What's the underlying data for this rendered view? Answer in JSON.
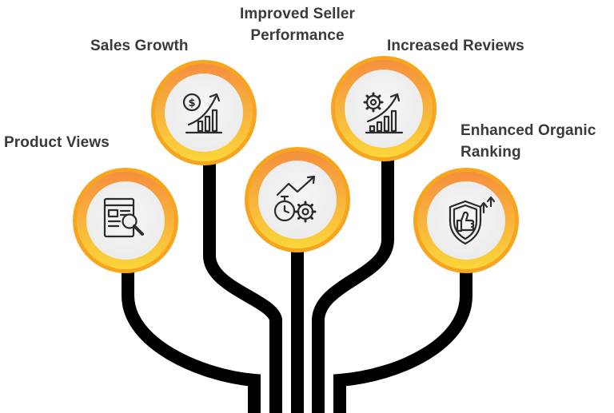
{
  "nodes": [
    {
      "id": "product-views",
      "lines": [
        "Product Views"
      ],
      "icon": "product-search-icon"
    },
    {
      "id": "sales-growth",
      "lines": [
        "Sales Growth"
      ],
      "icon": "sales-growth-chart-icon"
    },
    {
      "id": "improved-seller-performance",
      "lines": [
        "Improved Seller",
        "Performance"
      ],
      "icon": "performance-timer-gear-icon"
    },
    {
      "id": "increased-reviews",
      "lines": [
        "Increased Reviews"
      ],
      "icon": "growth-gear-chart-icon"
    },
    {
      "id": "enhanced-organic-ranking",
      "lines": [
        "Enhanced Organic",
        "Ranking"
      ],
      "icon": "shield-thumbs-up-icon"
    }
  ],
  "colors": {
    "ring_outer": "#f7a51f",
    "ring_gradient_top": "#f58f3e",
    "ring_gradient_bottom": "#fbd63a",
    "disc": "#f0f0f0",
    "tree": "#000000",
    "icon": "#2b2b2b",
    "label": "#3a3a3a"
  }
}
